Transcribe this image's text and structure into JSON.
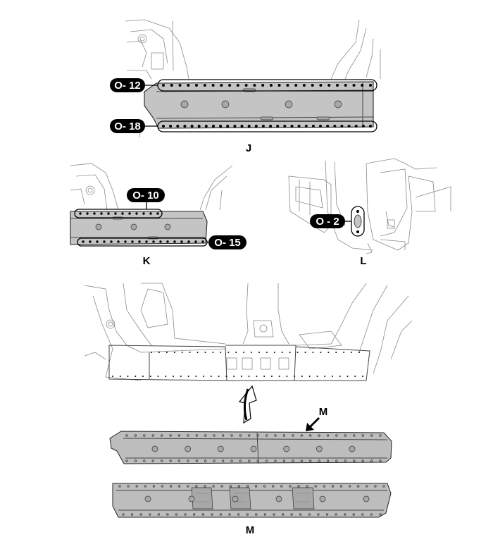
{
  "views": {
    "J": {
      "label": "J",
      "callouts": [
        {
          "text": "O- 12"
        },
        {
          "text": "O- 18"
        }
      ]
    },
    "K": {
      "label": "K",
      "callouts": [
        {
          "text": "O- 10"
        },
        {
          "text": "O- 15"
        }
      ]
    },
    "L": {
      "label": "L",
      "callouts": [
        {
          "text": "O - 2"
        }
      ]
    },
    "M": {
      "label": "M",
      "arrow_label": "M"
    }
  },
  "colors": {
    "panel_fill": "#c4c4c4",
    "pill_fill": "#000000",
    "pill_text": "#ffffff",
    "line_art": "#8a8a8a"
  }
}
